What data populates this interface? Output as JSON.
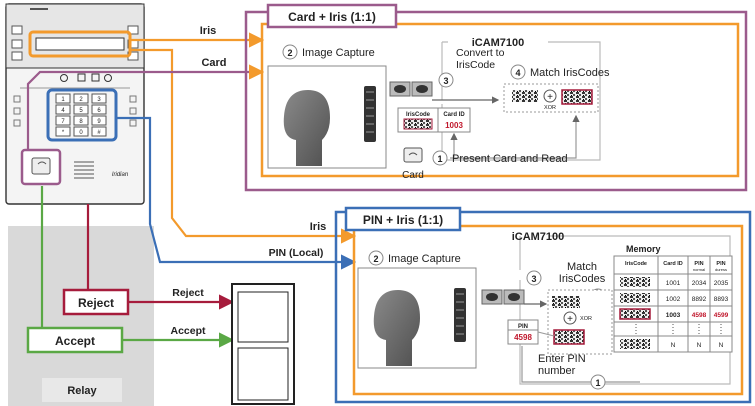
{
  "device": {
    "brand": "Iridian"
  },
  "keypad": {
    "keys": [
      "1",
      "2",
      "3",
      "4",
      "5",
      "6",
      "7",
      "8",
      "9",
      "*",
      "0",
      "#"
    ]
  },
  "card_flow": {
    "title": "Card + Iris (1:1)",
    "iris_label": "Iris",
    "card_label": "Card",
    "device_name": "iCAM7100",
    "step1": "Present Card and Read",
    "step2": "Image Capture",
    "step3": "Convert to IrisCode",
    "step4": "Match IrisCodes",
    "xor": "XOR",
    "col_iriscode": "IrisCode",
    "col_cardid": "Card ID",
    "card_id": "1003",
    "card_caption": "Card"
  },
  "pin_flow": {
    "title": "PIN + Iris (1:1)",
    "iris_label": "Iris",
    "pin_label": "PIN (Local)",
    "device_name": "iCAM7100",
    "step1": "Enter PIN number",
    "step2": "Image Capture",
    "step3": "",
    "step4": "Match IrisCodes",
    "xor": "XOR",
    "pin_box_label": "PIN",
    "pin_box_value": "4598",
    "memory_title": "Memory",
    "mem_headers": [
      "IrisCode",
      "Card ID",
      "PIN",
      "PIN"
    ],
    "mem_subheaders": [
      "",
      "",
      "normal",
      "duress"
    ],
    "mem_rows": [
      [
        "1001",
        "2034",
        "2035"
      ],
      [
        "1002",
        "8892",
        "8893"
      ],
      [
        "1003",
        "4598",
        "4599"
      ],
      [
        "N",
        "N",
        "N"
      ]
    ]
  },
  "relay": {
    "title": "Relay",
    "reject_label": "Reject",
    "accept_label": "Accept",
    "reject_arrow": "Reject",
    "accept_arrow": "Accept"
  },
  "colors": {
    "orange": "#f39a2c",
    "purple": "#9b5b8c",
    "blue": "#3b6fb6",
    "crimson": "#a61c3c",
    "green": "#5aa845"
  }
}
